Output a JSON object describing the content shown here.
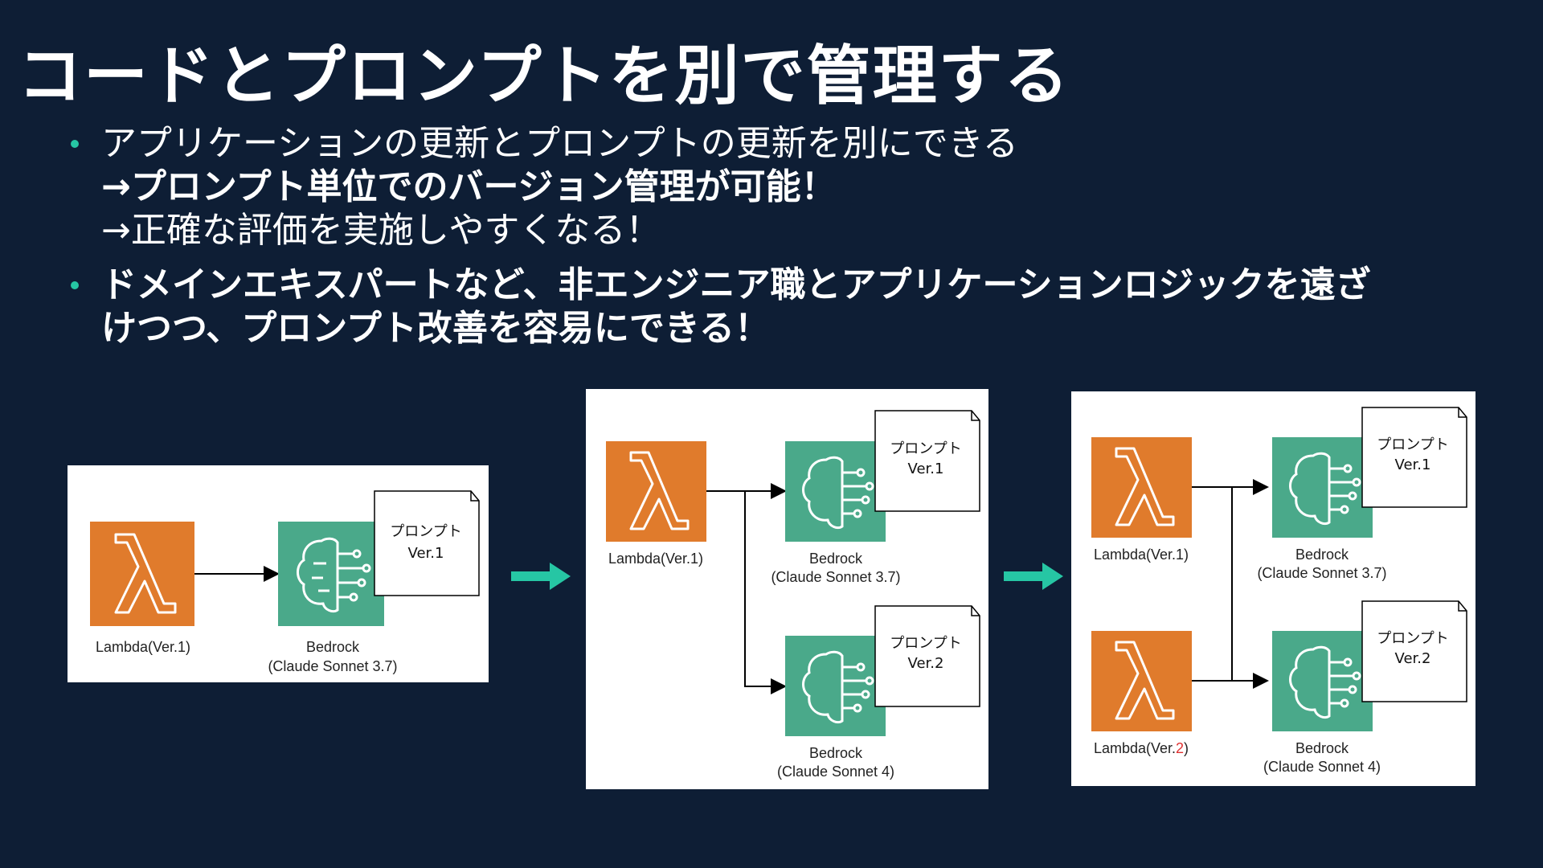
{
  "title": "コードとプロンプトを別で管理する",
  "bullets": [
    {
      "lines": [
        {
          "text": "アプリケーションの更新とプロンプトの更新を別にできる",
          "bold": false
        },
        {
          "text": "→プロンプト単位でのバージョン管理が可能！",
          "bold": true
        },
        {
          "text": "→正確な評価を実施しやすくなる！",
          "bold": false
        }
      ]
    },
    {
      "lines": [
        {
          "text": "ドメインエキスパートなど、非エンジニア職とアプリケーションロジックを遠ざ",
          "bold": true
        },
        {
          "text": "けつつ、プロンプト改善を容易にできる！",
          "bold": true
        }
      ]
    }
  ],
  "diagrams": {
    "panel1": {
      "lambda_label": "Lambda(Ver.1)",
      "bedrock_name": "Bedrock",
      "bedrock_model": "(Claude Sonnet 3.7)",
      "prompt_title": "プロンプト",
      "prompt_version": "Ver.1"
    },
    "panel2": {
      "lambda_label": "Lambda(Ver.1)",
      "top": {
        "bedrock_name": "Bedrock",
        "bedrock_model": "(Claude Sonnet 3.7)",
        "prompt_title": "プロンプト",
        "prompt_version": "Ver.1"
      },
      "bottom": {
        "bedrock_name": "Bedrock",
        "bedrock_model": "(Claude Sonnet 4)",
        "prompt_title": "プロンプト",
        "prompt_version": "Ver.2"
      }
    },
    "panel3": {
      "lambda1_label": "Lambda(Ver.1)",
      "lambda2_prefix": "Lambda(Ver.",
      "lambda2_version": "2",
      "lambda2_suffix": ")",
      "top": {
        "bedrock_name": "Bedrock",
        "bedrock_model": "(Claude Sonnet 3.7)",
        "prompt_title": "プロンプト",
        "prompt_version": "Ver.1"
      },
      "bottom": {
        "bedrock_name": "Bedrock",
        "bedrock_model": "(Claude Sonnet 4)",
        "prompt_title": "プロンプト",
        "prompt_version": "Ver.2"
      }
    }
  },
  "colors": {
    "background": "#0e1e35",
    "accent_green": "#26c6a4",
    "lambda_orange": "#e07b2c",
    "bedrock_teal": "#4aa98a",
    "highlight_red": "#e03131"
  }
}
